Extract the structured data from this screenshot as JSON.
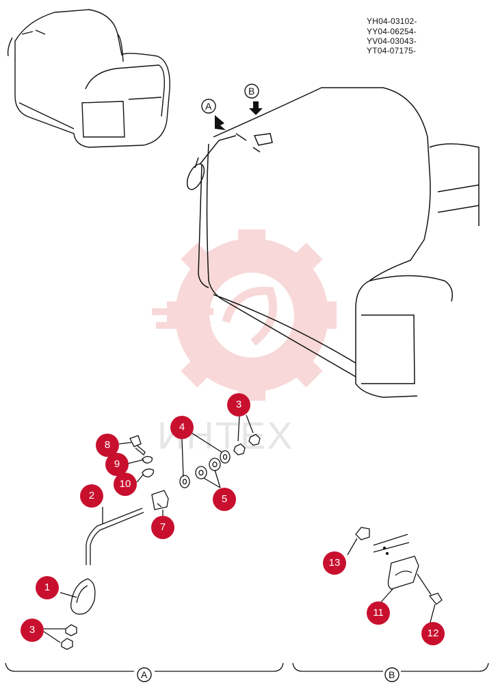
{
  "serials": [
    "YH04-03102-",
    "YY04-06254-",
    "YV04-03043-",
    "YT04-07175-"
  ],
  "views": {
    "a": "A",
    "b": "B"
  },
  "callouts": [
    "1",
    "2",
    "3",
    "3",
    "4",
    "5",
    "7",
    "8",
    "9",
    "10",
    "11",
    "12",
    "13"
  ],
  "watermark": {
    "text": "ИНТЕХ"
  },
  "colors": {
    "callout": "#c8102e",
    "line": "#111111",
    "watermark": "#f4b9b9"
  }
}
